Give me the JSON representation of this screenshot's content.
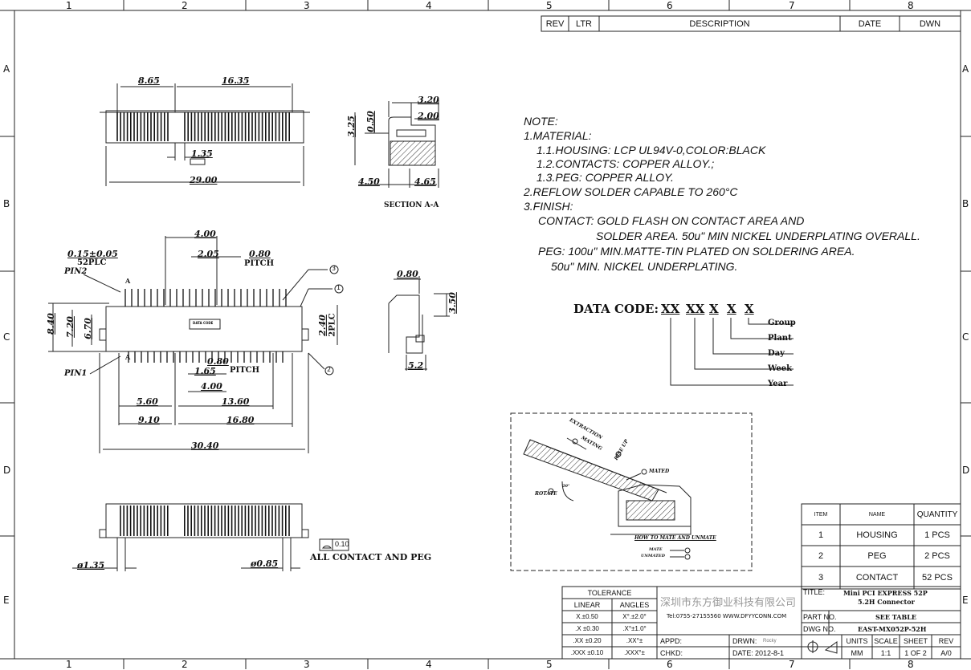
{
  "border": {
    "cols": [
      "1",
      "2",
      "3",
      "4",
      "5",
      "6",
      "7",
      "8"
    ],
    "rows": [
      "A",
      "B",
      "C",
      "D",
      "E"
    ]
  },
  "revision_block": {
    "rev": "REV",
    "ltr": "LTR",
    "description": "DESCRIPTION",
    "date": "DATE",
    "dwn": "DWN"
  },
  "views": {
    "top": {
      "d1": "8.65",
      "d2": "16.35",
      "d3": "1.35",
      "d4": "29.00"
    },
    "section": {
      "d1": "3.20",
      "d2": "2.00",
      "d3": "3.25",
      "d4": "0.50",
      "d5": "4.50",
      "d6": "4.65",
      "label": "SECTION  A-A"
    },
    "plan": {
      "d1": "4.00",
      "d2": "0.15±0.05",
      "d3": "52PLC",
      "d4": "2.05",
      "d5": "0.80",
      "d6": "PITCH",
      "pin2": "PIN2",
      "pin1": "PIN1",
      "d7": "8.40",
      "d8": "7.20",
      "d9": "6.70",
      "d10": "2.40",
      "d11": "2PLC",
      "d12": "0.80",
      "d13": "1.65",
      "d14": "PITCH",
      "d15": "4.00",
      "d16": "5.60",
      "d17": "13.60",
      "d18": "9.10",
      "d19": "16.80",
      "d20": "30.40",
      "callout1": "1",
      "callout2": "2",
      "callout3": "3",
      "marker": "A",
      "data_code_label": "DATA CODE"
    },
    "side": {
      "d1": "0.80",
      "d2": "3.50",
      "d3": "5.2"
    },
    "bottom": {
      "d1": "ø1.35",
      "d2": "ø0.85",
      "tol": "0.10",
      "caption": "ALL CONTACT AND PEG"
    }
  },
  "notes": {
    "lines": [
      "NOTE:",
      "1.MATERIAL:",
      "1.1.HOUSING:  LCP  UL94V-0,COLOR:BLACK",
      "1.2.CONTACTS:  COPPER  ALLOY.;",
      "1.3.PEG:  COPPER  ALLOY.",
      "2.REFLOW  SOLDER  CAPABLE  TO  260°C",
      "3.FINISH:",
      "CONTACT:  GOLD  FLASH  ON  CONTACT  AREA  AND",
      "SOLDER  AREA.  50u\"  MIN  NICKEL  UNDERPLATING  OVERALL.",
      "PEG:  100u\"  MIN.MATTE-TIN  PLATED  ON  SOLDERING  AREA.",
      "50u\"  MIN.  NICKEL  UNDERPLATING."
    ]
  },
  "data_code": {
    "label": "DATA  CODE:",
    "codes": [
      "XX",
      "XX",
      "X",
      "X",
      "X"
    ],
    "legend": [
      "Group",
      "Plant",
      "Day",
      "Week",
      "Year"
    ]
  },
  "mating": {
    "extraction": "EXTRACTION",
    "mating": "MATING",
    "rise_up": "RISE UP",
    "mated": "MATED",
    "rotate": "ROTATE",
    "angle": "20°",
    "title": "HOW TO MATE AND UNMATE",
    "mate": "MATE",
    "unmated": "UNMATED"
  },
  "bom": {
    "headers": [
      "ITEM",
      "NAME",
      "QUANTITY"
    ],
    "rows": [
      [
        "1",
        "HOUSING",
        "1 PCS"
      ],
      [
        "2",
        "PEG",
        "2 PCS"
      ],
      [
        "3",
        "CONTACT",
        "52 PCS"
      ]
    ]
  },
  "tolerance": {
    "title": "TOLERANCE",
    "headers": [
      "LINEAR",
      "ANGLES"
    ],
    "rows": [
      [
        "X.±0.50",
        "X°.±2.0°"
      ],
      [
        ".X ±0.30",
        ".X°±1.0°"
      ],
      [
        ".XX ±0.20",
        ".XX°±"
      ],
      [
        ".XXX ±0.10",
        ".XXX°±"
      ]
    ]
  },
  "company": {
    "name": "深圳市东方御业科技有限公司",
    "contact": "Tel:0755-27155560  WWW.DFYYCONN.COM"
  },
  "title_block": {
    "title_label": "TITLE:",
    "title_l1": "Mini  PCI  EXPRESS  52P",
    "title_l2": "5.2H  Connector",
    "part_label": "PART NO.",
    "part_value": "SEE  TABLE",
    "dwg_label": "DWG NO.",
    "dwg_value": "EAST-MX052P-52H",
    "units_label": "UNITS",
    "units": "MM",
    "scale_label": "SCALE",
    "scale": "1:1",
    "sheet_label": "SHEET",
    "sheet": "1 OF 2",
    "rev_label": "REV",
    "rev": "A/0",
    "appd": "APPD:",
    "chkd": "CHKD:",
    "drwn": "DRWN:",
    "drwn_name": "Rocky",
    "date_label": "DATE:",
    "date": "2012-8-1"
  }
}
